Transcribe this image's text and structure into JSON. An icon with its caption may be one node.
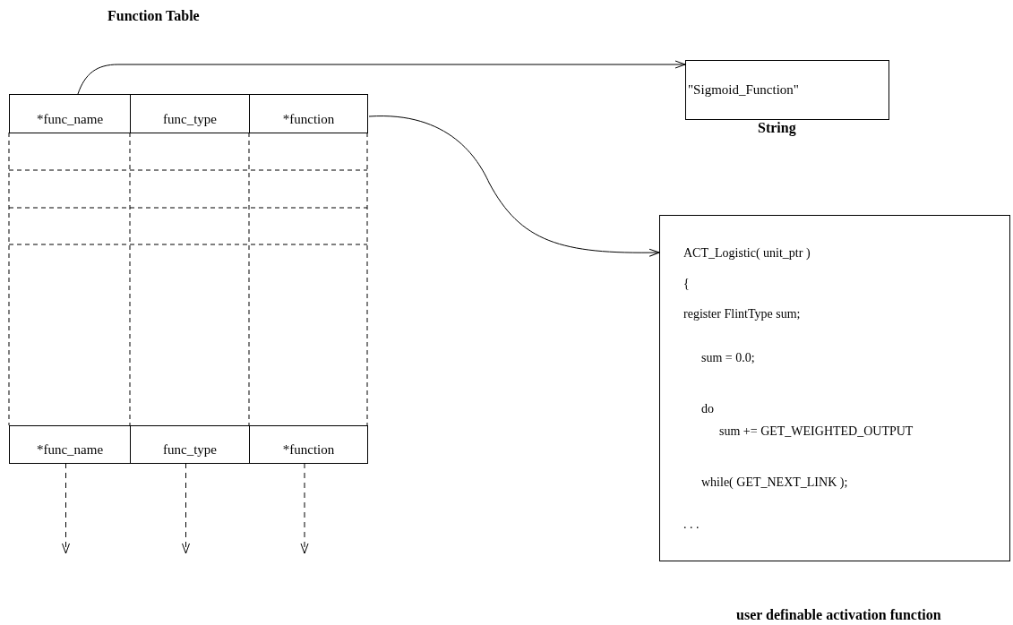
{
  "diagram": {
    "nodes": [
      {
        "text": [
          "Function Table"
        ]
      },
      {
        "text": [
          "*func_name"
        ],
        "in": 0
      },
      {
        "text": [
          "func_type"
        ],
        "in": 0
      },
      {
        "text": [
          "*function"
        ],
        "in": 0
      },
      {
        "text": [
          "*func_name"
        ],
        "in": 0
      },
      {
        "text": [
          "func_type"
        ],
        "in": 0
      },
      {
        "text": [
          "*function"
        ],
        "in": 0
      },
      {
        "text": [
          "\"Sigmoid_Function\""
        ],
        "beside": [
          "String"
        ]
      },
      {
        "text": [
          "ACT_Logistic( unit_ptr )",
          "{",
          "register FlintType sum;",
          "sum = 0.0;",
          "do",
          "sum += GET_WEIGHTED_OUTPUT",
          "while( GET_NEXT_LINK );",
          ". . ."
        ],
        "beside": [
          "user definable activation function"
        ]
      }
    ],
    "edges": [
      {
        "from": 1,
        "to": 7,
        "arrow": "to"
      },
      {
        "from": 3,
        "to": 8,
        "arrow": "to"
      },
      {
        "from": 4,
        "to": null,
        "arrow": "to",
        "style": "dashed"
      },
      {
        "from": 5,
        "to": null,
        "arrow": "to",
        "style": "dashed"
      },
      {
        "from": 6,
        "to": null,
        "arrow": "to",
        "style": "dashed"
      }
    ]
  }
}
